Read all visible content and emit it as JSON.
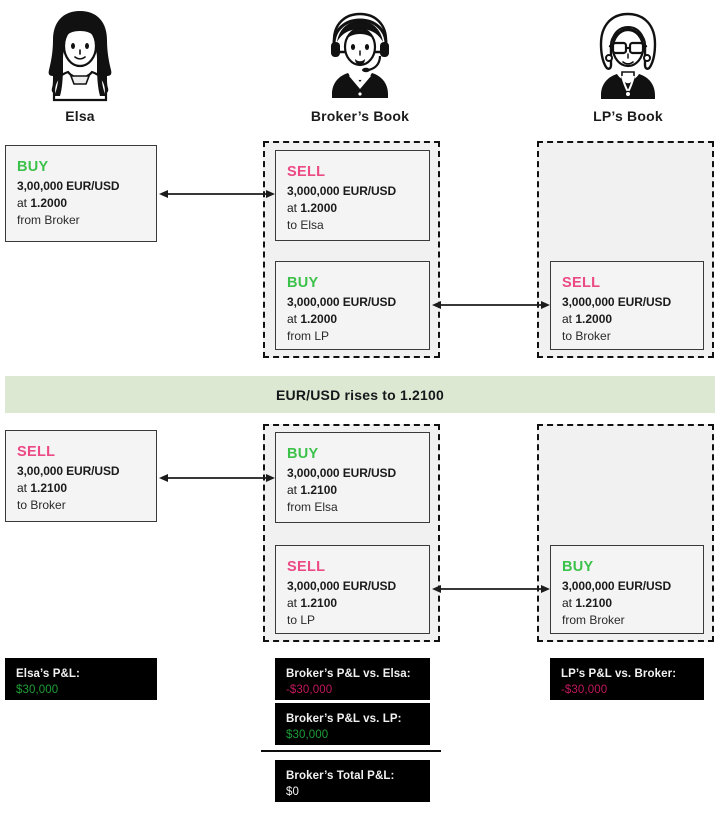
{
  "personas": [
    {
      "name": "Elsa",
      "icon": "woman-long-hair-avatar-icon"
    },
    {
      "name": "Broker’s Book",
      "icon": "woman-headset-avatar-icon"
    },
    {
      "name": "LP’s Book",
      "icon": "woman-glasses-avatar-icon"
    }
  ],
  "rate_banner": {
    "text": "EUR/USD rises to 1.2100"
  },
  "colors": {
    "buy": "#3cc24a",
    "sell": "#ec4a85",
    "banner_bg": "#dde8d2",
    "card_bg": "#f4f4f4",
    "book_bg": "#f1f1f1",
    "pnl_bg": "#000000",
    "pnl_positive": "#1f9d36",
    "pnl_negative": "#c0185a"
  },
  "trades": {
    "elsa_open": {
      "side": "BUY",
      "amount": "3,00,000 EUR/USD",
      "rate_prefix": "at ",
      "rate": "1.2000",
      "counterparty": "from Broker"
    },
    "broker_open_vs_elsa": {
      "side": "SELL",
      "amount": "3,000,000 EUR/USD",
      "rate_prefix": "at ",
      "rate": "1.2000",
      "counterparty": "to Elsa"
    },
    "broker_open_vs_lp": {
      "side": "BUY",
      "amount": "3,000,000 EUR/USD",
      "rate_prefix": "at ",
      "rate": "1.2000",
      "counterparty": "from LP"
    },
    "lp_open_vs_broker": {
      "side": "SELL",
      "amount": "3,000,000 EUR/USD",
      "rate_prefix": "at ",
      "rate": "1.2000",
      "counterparty": "to Broker"
    },
    "elsa_close": {
      "side": "SELL",
      "amount": "3,00,000 EUR/USD",
      "rate_prefix": "at ",
      "rate": "1.2100",
      "counterparty": "to Broker"
    },
    "broker_close_vs_elsa": {
      "side": "BUY",
      "amount": "3,000,000 EUR/USD",
      "rate_prefix": "at ",
      "rate": "1.2100",
      "counterparty": "from Elsa"
    },
    "broker_close_vs_lp": {
      "side": "SELL",
      "amount": "3,000,000 EUR/USD",
      "rate_prefix": "at ",
      "rate": "1.2100",
      "counterparty": "to LP"
    },
    "lp_close_vs_broker": {
      "side": "BUY",
      "amount": "3,000,000 EUR/USD",
      "rate_prefix": "at ",
      "rate": "1.2100",
      "counterparty": "from Broker"
    }
  },
  "pnl": {
    "elsa": {
      "label": "Elsa’s P&L:",
      "value": "$30,000",
      "sign": "pos"
    },
    "broker_vs_elsa": {
      "label": "Broker’s P&L vs. Elsa:",
      "value": "-$30,000",
      "sign": "neg"
    },
    "broker_vs_lp": {
      "label": "Broker’s P&L vs. LP:",
      "value": "$30,000",
      "sign": "pos"
    },
    "broker_total": {
      "label": "Broker’s Total P&L:",
      "value": "$0",
      "sign": "zero"
    },
    "lp_vs_broker": {
      "label": "LP’s P&L vs. Broker:",
      "value": "-$30,000",
      "sign": "neg"
    }
  }
}
